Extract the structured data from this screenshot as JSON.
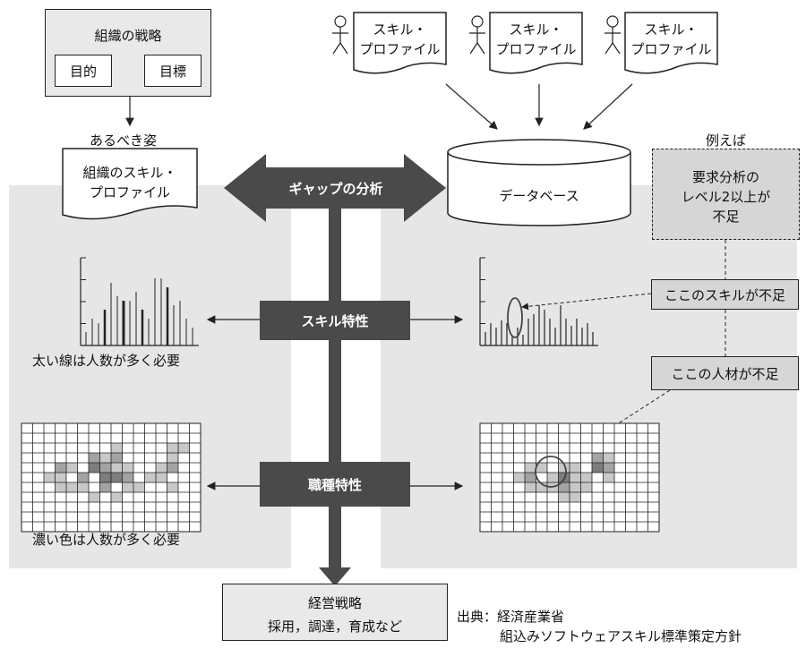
{
  "strategy": {
    "title": "組織の戦略",
    "goal": "目的",
    "target": "目標"
  },
  "ideal_label": "あるべき姿",
  "org_profile": [
    "組織のスキル・",
    "プロファイル"
  ],
  "skill_profile": [
    "スキル・",
    "プロファイル"
  ],
  "database_label": "データベース",
  "example_label": "例えば",
  "example_box": [
    "要求分析の",
    "レベル2以上が",
    "不足"
  ],
  "gap_label": "ギャップの分析",
  "skill_trait_label": "スキル特性",
  "job_trait_label": "職種特性",
  "left_bar_caption": "太い線は人数が多く必要",
  "left_grid_caption": "濃い色は人数が多く必要",
  "callout_skill": "ここのスキルが不足",
  "callout_person": "ここの人材が不足",
  "management": {
    "title": "経営戦略",
    "items": "採用，調達，育成など"
  },
  "source": [
    "出典：経済産業省",
    "組込みソフトウェアスキル標準策定方針"
  ],
  "colors": {
    "panel": "#e6e6e6",
    "arrow": "#4a4a4a",
    "cell_light": "#c8c8c8",
    "cell_mid": "#a3a3a3",
    "cell_dark": "#7d7d7d"
  }
}
